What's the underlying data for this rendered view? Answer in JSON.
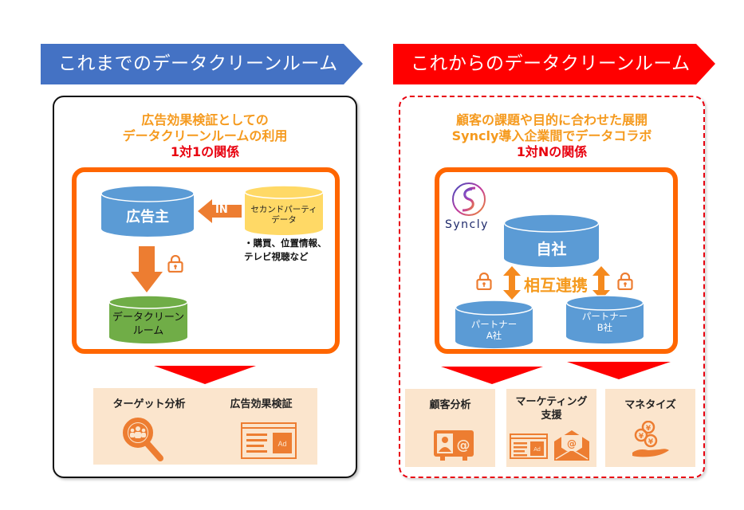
{
  "left": {
    "banner": "これまでのデータクリーンルーム",
    "banner_color": "#4472c4",
    "subtitle_line1": "広告効果検証としての",
    "subtitle_line2": "データクリーンルームの利用",
    "relation": "1対1の関係",
    "advertiser_db": "広告主",
    "in_label": "IN",
    "second_party_line1": "セカンドパーティ",
    "second_party_line2": "データ",
    "second_party_note_line1": "・購買、位置情報、",
    "second_party_note_line2": "テレビ視聴など",
    "clean_room_line1": "データクリーン",
    "clean_room_line2": "ルーム",
    "outputs": [
      {
        "label": "ターゲット分析",
        "icon": "magnifier-people-icon"
      },
      {
        "label": "広告効果検証",
        "icon": "ad-webpage-icon"
      }
    ]
  },
  "right": {
    "banner": "これからのデータクリーンルーム",
    "banner_color": "#ff0000",
    "subtitle_line1": "顧客の課題や目的に合わせた展開",
    "subtitle_line2": "Syncly導入企業間でデータコラボ",
    "relation": "1対Nの関係",
    "logo_text": "Syncly",
    "own_db": "自社",
    "mutual_label": "相互連携",
    "partner_a_line1": "パートナー",
    "partner_a_line2": "A社",
    "partner_b_line1": "パートナー",
    "partner_b_line2": "B社",
    "outputs": [
      {
        "label": "顧客分析",
        "icon": "contact-card-icon"
      },
      {
        "label_line1": "マーケティング",
        "label_line2": "支援",
        "icon": "ad-mail-icon"
      },
      {
        "label": "マネタイズ",
        "icon": "yen-coins-hand-icon"
      }
    ]
  },
  "colors": {
    "orange_frame": "#ff6600",
    "subtitle_orange": "#f59a1e",
    "relation_red": "#e8000e",
    "db_blue": "#5b9bd5",
    "db_yellow": "#ffd966",
    "db_green": "#70ad47",
    "arrow_orange": "#ed7d31",
    "output_bg": "#fbe5cd"
  }
}
